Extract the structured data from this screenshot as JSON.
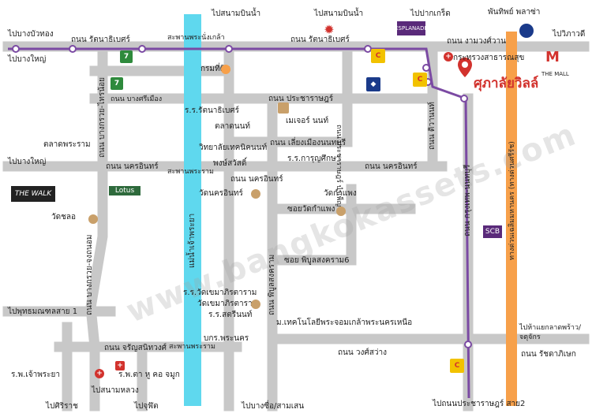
{
  "colors": {
    "road": "#c8c8c8",
    "river": "#5fd8ee",
    "purple_line": "#7b4aa3",
    "orange_line": "#f7a04a",
    "accent_red": "#d2322d"
  },
  "title": "ศุภาลัยวิลล์",
  "watermark": "www.bangkokassets.com",
  "top_labels": {
    "sanam_bin_nam_1": "ไปสนามบินน้ำ",
    "sanam_bin_nam_2": "ไปสนามบินน้ำ",
    "pak_kret": "ไปปากเกร็ด",
    "pantip": "พันทิพย์ พลาซ่า",
    "bang_bua_thong": "ไปบางบัวทอง",
    "vibhavadi": "ไปวิภาวดี",
    "bang_yai_top": "ไปบางใหญ่"
  },
  "road_labels": {
    "rattanathibet_1": "ถนน รัตนาธิเบศร์",
    "rattanathibet_2": "ถนน รัตนาธิเบศร์",
    "ngamwongwan": "ถนน งามวงศ์วาน",
    "bang_kruai_sai_noi": "ถนน บางกรวย-ไทรน้อย",
    "nonthaburi_1_bang_si_mueang": "ถนน บางศรีเมือง",
    "prachaniwet_1": "ถนน ประชาราษฎร์",
    "tiwanon": "ถนน ติวานนท์",
    "chaeng_nonthaburi": "ถนน ประชาราษฎร์ บำเพ็ญ",
    "chueamnonthaburi": "ถนน เลี่ยงเมืองนนทบุรี",
    "nakhon_in_1": "ถนน นครอินทร์",
    "nakhon_in_2": "ถนน นครอินทร์",
    "nakhon_in_3": "ถนน นครอินทร์",
    "pracharat": "ถนน กรุงเทพ-นนทบุรี",
    "bang_kruai": "ถนน บางกรวย-จงถนอม",
    "phibunsongkhram": "ถนน พิบูลสงคราม",
    "charan": "ถนน จรัญสนิทวงศ์",
    "wong_sawang": "ถนน วงศ์สว่าง",
    "ratchadaphisek": "ถนน รัชดาภิเษก",
    "kamphaeng_phet": "ทางด่วนเฉลิมมหานคร (ทางด่วนศรีรัช)"
  },
  "bridge_labels": {
    "phra_nang_klao": "สะพานพระนั่งเกล้า",
    "rama5": "สะพานพระราม",
    "rama7": "สะพานพระราม"
  },
  "places": {
    "bang_yai_left": "ไปบางใหญ่",
    "talat_phra_ram": "ตลาดพระราม",
    "the_walk": "THE WALK",
    "lotus": "Lotus",
    "wat_chalo": "วัดชลอ",
    "kromthadin": "กรมที่ดิน",
    "talat_nonthaburi": "ตลาดนนท์",
    "rr_rattanathibet": "ร.ร.รัตนาธิเบศร์",
    "witthayalai_technic": "วิทยาลัยเทคนิคนนท์",
    "pongsawat": "พงษ์สวัสดิ์",
    "wat_nakhon_in": "วัดนครอินทร์",
    "esplanade": "ESPLANADE",
    "moh": "กระทรวงสาธารณสุข",
    "the_mall": "THE MALL",
    "major": "เมเจอร์ นนท์",
    "rr_kan_suksa": "ร.ร.การุญศึกษา",
    "wat_kam_phaeng": "วัดกำแพง",
    "soi_wat_kam_phaeng": "ซอยวัดกำแพง",
    "soi_phibun": "ซอย พิบูลสงคราม6",
    "river": "แม่น้ำเจ้าพระยา",
    "phutthamonthon": "ไปพุทธมณฑลสาย 1",
    "rr_wat_khema": "ร.ร.วัดเขมาภิรตาราม",
    "wat_khema": "วัดเขมาภิรตาราม",
    "rr_sarasas": "ร.ร.สตรีนนท์",
    "technic_phra_nakhon_nuea": "ม.เทคโนโลยีพระจอมเกล้าพระนครเหนือ",
    "bangkok_hospital": "บกร.พระนคร",
    "bang_son": "ไปบางซื่อ/สามเสน",
    "rp_chao_phraya": "ร.พ.เจ้าพระยา",
    "rp_ta_hu": "ร.พ.ตา หู คอ จมูก",
    "sanam_luang": "ไปสนามหลวง",
    "siriraj": "ไปศิริราช",
    "pinklao": "ไปจุฬัต",
    "lat_phrao": "ไปห้าแยกลาดพร้าว/\nจตุจักร",
    "pracharat_sai2": "ไปถนนประชาราษฎร์ สาย2",
    "scb": "SCB"
  }
}
